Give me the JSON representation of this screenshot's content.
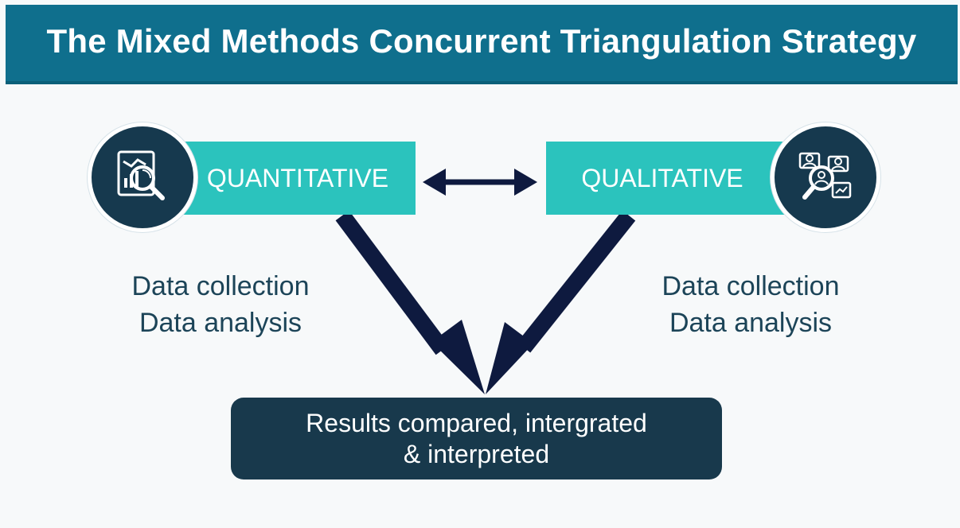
{
  "title": "The Mixed Methods Concurrent Triangulation Strategy",
  "left_panel": {
    "label": "QUANTITATIVE",
    "icon": "chart-magnifier-icon",
    "details": [
      "Data collection",
      "Data analysis"
    ]
  },
  "right_panel": {
    "label": "QUALITATIVE",
    "icon": "people-magnifier-icon",
    "details": [
      "Data collection",
      "Data analysis"
    ]
  },
  "results": {
    "lines": [
      "Results compared, intergrated",
      "& interpreted"
    ]
  },
  "colors": {
    "title_bar": "#0f6f8d",
    "teal": "#2bc3bd",
    "navy": "#16394e",
    "results": "#18394c",
    "text": "#1c4458",
    "arrow": "#0e1a3f",
    "background": "#f7f9fa"
  }
}
